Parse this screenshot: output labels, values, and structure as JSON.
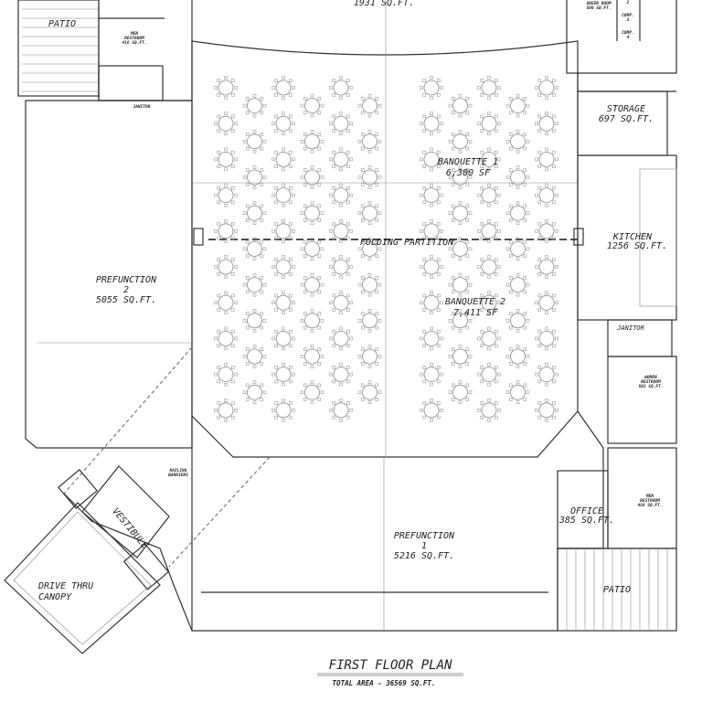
{
  "plan_title": "FIRST FLOOR PLAN",
  "total_area": "TOTAL AREA - 36569 SQ.FT.",
  "rooms": {
    "stage": {
      "area": "1931 SQ.FT."
    },
    "patio_nw": {
      "name": "PATIO"
    },
    "men_restroom_n": {
      "name": "MEN",
      "name2": "RESTROOM",
      "area": "416 SQ.FT."
    },
    "janitor_n": {
      "name": "JANITOR"
    },
    "green_room": {
      "name": "GREEN ROOM",
      "area": "500 SQ.FT."
    },
    "comp2": {
      "name": "2"
    },
    "comp3": {
      "name": "COMP.",
      "num": "3"
    },
    "comp4": {
      "name": "COMP.",
      "num": "4"
    },
    "storage": {
      "name": "STORAGE",
      "area": "697 SQ.FT."
    },
    "banquette1": {
      "name": "BANQUETTE 1",
      "area": "6,300 SF"
    },
    "partition": {
      "name": "FOLDING PARTITION"
    },
    "banquette2": {
      "name": "BANQUETTE 2",
      "area": "7,411 SF"
    },
    "kitchen": {
      "name": "KITCHEN",
      "area": "1256 SQ.FT."
    },
    "janitor_e": {
      "name": "JANITOR"
    },
    "women_restroom": {
      "name": "WOMEN",
      "name2": "RESTROOM",
      "area": "503 SQ.FT."
    },
    "men_restroom_e": {
      "name": "MEN",
      "name2": "RESTROOM",
      "area": "456 SQ.FT."
    },
    "office": {
      "name": "OFFICE",
      "area": "385 SQ.FT."
    },
    "patio_se": {
      "name": "PATIO"
    },
    "prefunction2": {
      "name": "PREFUNCTION",
      "num": "2",
      "area": "5055 SQ.FT."
    },
    "prefunction1": {
      "name": "PREFUNCTION",
      "num": "1",
      "area": "5216 SQ.FT."
    },
    "vestibule": {
      "name": "VESTIBULE"
    },
    "railing": {
      "name": "RAILING",
      "name2": "BARRIERS"
    },
    "canopy": {
      "name": "DRIVE THRU",
      "name2": "CANOPY"
    }
  },
  "colors": {
    "line": "#333333",
    "furniture": "#888888",
    "background": "#ffffff"
  }
}
